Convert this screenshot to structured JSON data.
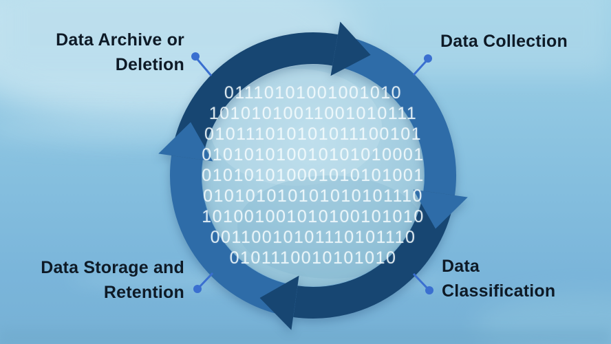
{
  "diagram": {
    "type": "cycle-infographic",
    "labels": {
      "archive": {
        "line1": "Data Archive or",
        "line2": "Deletion"
      },
      "collection": {
        "line1": "Data Collection"
      },
      "storage": {
        "line1": "Data Storage and",
        "line2": "Retention"
      },
      "classification": {
        "line1": "Data",
        "line2": "Classification"
      }
    },
    "binary_rows": [
      "01110101001001010",
      "10101010011001010111",
      "010111010101011100101",
      "010101010010101010001",
      "010101010001010101001",
      "010101010101010101110",
      "101001001010100101010",
      "00110010101110101110",
      "0101110010101010"
    ],
    "colors": {
      "ring_dark": "#174672",
      "ring_medium": "#2e6ca8",
      "connector": "#3a6fd0",
      "label_text": "#0e1a26",
      "binary_text": "#eef7fb",
      "disc": "#9cc8dd",
      "sky_top": "#a9d6e9",
      "sky_bottom": "#79b4d8"
    }
  }
}
